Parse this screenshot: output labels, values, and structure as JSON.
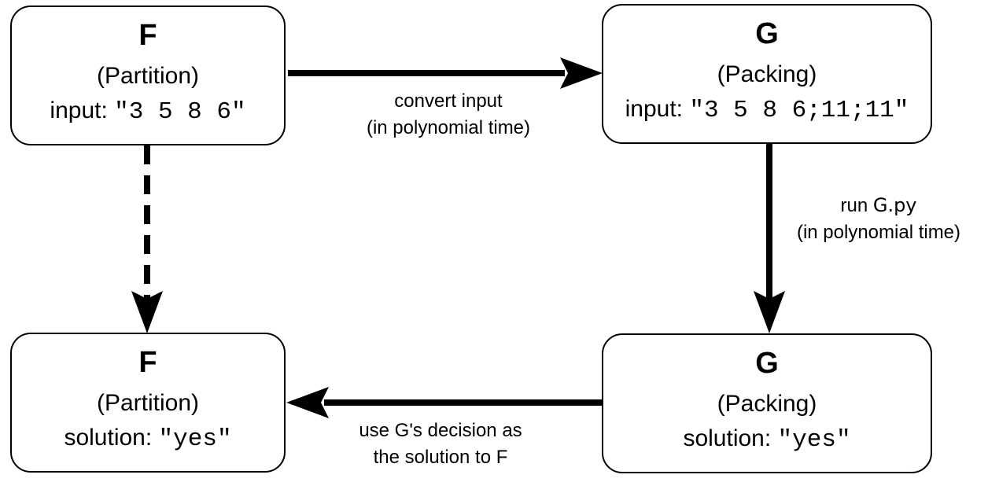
{
  "boxes": {
    "f_top": {
      "name": "F",
      "problem": "(Partition)",
      "field_label": "input: ",
      "field_value": "\"3 5 8 6\""
    },
    "g_top": {
      "name": "G",
      "problem": "(Packing)",
      "field_label": "input: ",
      "field_value": "\"3 5 8 6;11;11\""
    },
    "f_bottom": {
      "name": "F",
      "problem": "(Partition)",
      "field_label": "solution: ",
      "field_value": "\"yes\""
    },
    "g_bottom": {
      "name": "G",
      "problem": "(Packing)",
      "field_label": "solution: ",
      "field_value": "\"yes\""
    }
  },
  "edges": {
    "convert": {
      "line1": "convert input",
      "line2": "(in  polynomial time)"
    },
    "run": {
      "line1_prefix": "run ",
      "line1_code": "G.py",
      "line2": "(in  polynomial time)"
    },
    "use": {
      "line1": "use G's decision as",
      "line2": "the solution to F"
    }
  }
}
